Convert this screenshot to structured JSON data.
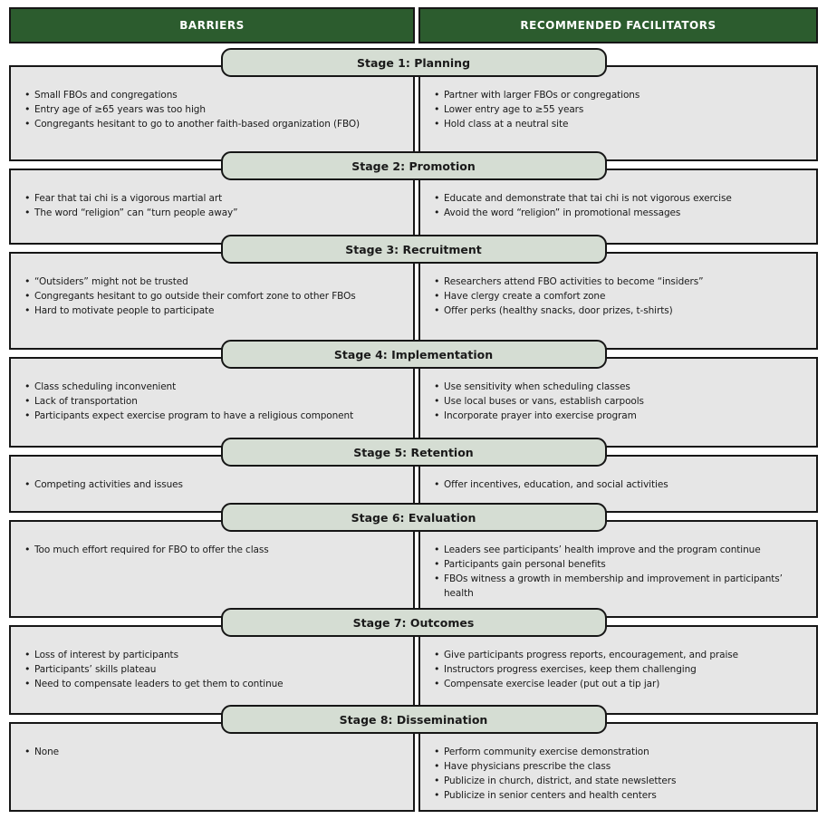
{
  "header": {
    "barriers_label": "BARRIERS",
    "facilitators_label": "RECOMMENDED FACILITATORS"
  },
  "colors": {
    "header_bg": "#2c5c2e",
    "header_text": "#ffffff",
    "pill_bg": "#d5ddd3",
    "cell_bg": "#e6e6e6",
    "border": "#161616"
  },
  "stages": [
    {
      "title": "Stage 1: Planning",
      "barriers": [
        "Small FBOs and congregations",
        "Entry age of ≥65 years was too high",
        "Congregants hesitant to go to another faith-based organization (FBO)"
      ],
      "facilitators": [
        "Partner with larger FBOs or congregations",
        "Lower entry age to ≥55 years",
        "Hold class at a neutral site"
      ]
    },
    {
      "title": "Stage 2: Promotion",
      "barriers": [
        "Fear that tai chi is a vigorous martial art",
        "The word “religion” can “turn people away”"
      ],
      "facilitators": [
        "Educate and demonstrate that tai chi is not vigorous exercise",
        "Avoid the word “religion” in promotional messages"
      ]
    },
    {
      "title": "Stage 3: Recruitment",
      "barriers": [
        "“Outsiders” might not be trusted",
        "Congregants hesitant to go outside their comfort zone to other FBOs",
        "Hard to motivate people to participate"
      ],
      "facilitators": [
        "Researchers attend FBO activities to become “insiders”",
        "Have clergy create a comfort zone",
        "Offer perks (healthy snacks, door prizes, t-shirts)"
      ]
    },
    {
      "title": "Stage 4: Implementation",
      "barriers": [
        "Class scheduling inconvenient",
        "Lack of transportation",
        "Participants expect exercise program to have a religious component"
      ],
      "facilitators": [
        "Use sensitivity when scheduling classes",
        "Use local buses or vans, establish carpools",
        "Incorporate prayer into exercise program"
      ]
    },
    {
      "title": "Stage 5: Retention",
      "barriers": [
        "Competing activities and issues"
      ],
      "facilitators": [
        "Offer incentives, education, and social activities"
      ]
    },
    {
      "title": "Stage 6: Evaluation",
      "barriers": [
        "Too much effort required for FBO to offer the class"
      ],
      "facilitators": [
        "Leaders see participants’ health improve and the program continue",
        "Participants gain personal benefits",
        "FBOs witness a growth in membership and improvement in participants’ health"
      ]
    },
    {
      "title": "Stage 7: Outcomes",
      "barriers": [
        "Loss of interest by participants",
        "Participants’ skills plateau",
        "Need to compensate leaders to get them to continue"
      ],
      "facilitators": [
        "Give participants progress reports, encouragement, and praise",
        "Instructors progress exercises, keep them challenging",
        "Compensate exercise leader (put out a tip jar)"
      ]
    },
    {
      "title": "Stage 8: Dissemination",
      "barriers": [
        "None"
      ],
      "facilitators": [
        "Perform community exercise demonstration",
        "Have physicians prescribe the class",
        "Publicize in church, district, and state newsletters",
        "Publicize in senior centers and health centers"
      ]
    }
  ]
}
